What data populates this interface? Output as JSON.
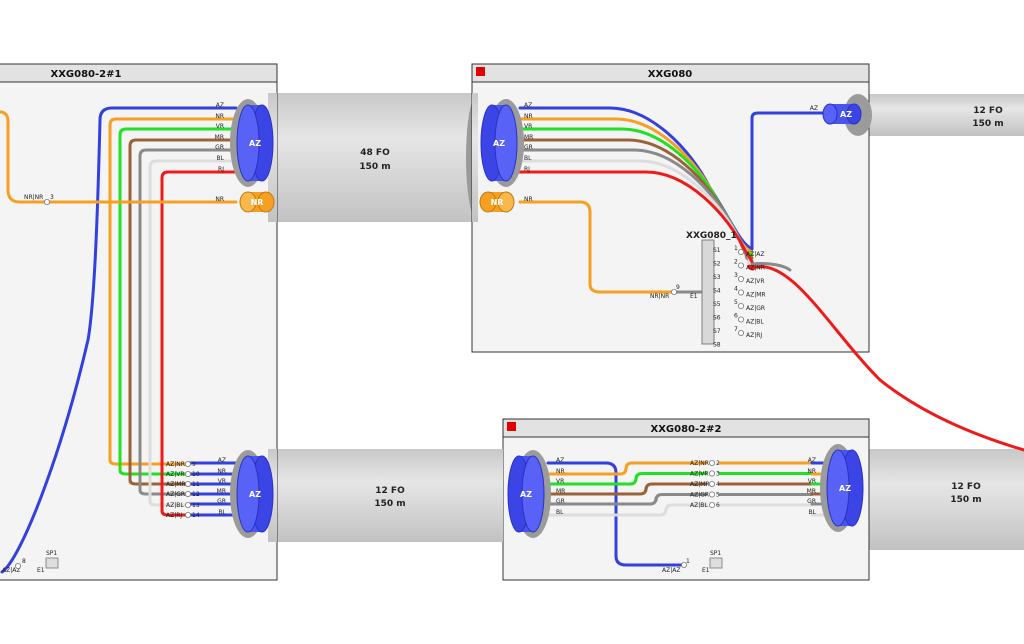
{
  "colors": {
    "AZ": "#3340e0",
    "NR": "#f5a023",
    "VR": "#22e022",
    "MR": "#9a6238",
    "GR": "#8a8a8a",
    "BL": "#dddddd",
    "RJ": "#ee1b1b"
  },
  "boxes": {
    "left": {
      "title": "XXG080-2#1"
    },
    "top": {
      "title": "XXG080"
    },
    "bottom": {
      "title": "XXG080-2#2"
    }
  },
  "fibers_7": [
    "AZ",
    "NR",
    "VR",
    "MR",
    "GR",
    "BL",
    "RJ"
  ],
  "fibers_6": [
    "AZ",
    "NR",
    "VR",
    "MR",
    "GR",
    "BL"
  ],
  "tubes": {
    "az": "AZ",
    "nr": "NR"
  },
  "cables": {
    "c48": {
      "count": "48 FO",
      "length": "150 m"
    },
    "c12_left": {
      "count": "12 FO",
      "length": "150 m"
    },
    "c12_bottom": {
      "count": "12 FO",
      "length": "150 m"
    },
    "c12_top_right": {
      "count": "12 FO",
      "length": "150 m"
    }
  },
  "left_splice": {
    "nr_label": "NR|NR",
    "nr_num": "3",
    "sp_label": "SP1",
    "sp_e": "E1",
    "azaz_label": "AZ|AZ",
    "azaz_num": "8",
    "rows": [
      {
        "label": "AZ|NR",
        "num": "9"
      },
      {
        "label": "AZ|VR",
        "num": "10"
      },
      {
        "label": "AZ|MR",
        "num": "11"
      },
      {
        "label": "AZ|GR",
        "num": "12"
      },
      {
        "label": "AZ|BL",
        "num": "13"
      },
      {
        "label": "AZ|RJ",
        "num": "14"
      }
    ]
  },
  "top_splitter": {
    "name": "XXG080_1",
    "ports": [
      "S1",
      "S2",
      "S3",
      "S4",
      "S5",
      "S6",
      "S7",
      "S8"
    ],
    "nums": [
      "1",
      "2",
      "3",
      "4",
      "5",
      "6",
      "7"
    ],
    "outs": [
      "AZ|AZ",
      "AZ|NR",
      "AZ|VR",
      "AZ|MR",
      "AZ|GR",
      "AZ|BL",
      "AZ|RJ"
    ],
    "nr_label": "NR|NR",
    "nr_num": "9",
    "e": "E1"
  },
  "bottom_splice": {
    "rows": [
      {
        "label": "AZ|NR",
        "num": "2"
      },
      {
        "label": "AZ|VR",
        "num": "3"
      },
      {
        "label": "AZ|MR",
        "num": "4"
      },
      {
        "label": "AZ|GR",
        "num": "5"
      },
      {
        "label": "AZ|BL",
        "num": "6"
      }
    ],
    "azaz_label": "AZ|AZ",
    "azaz_num": "1",
    "sp_label": "SP1",
    "sp_e": "E1"
  }
}
